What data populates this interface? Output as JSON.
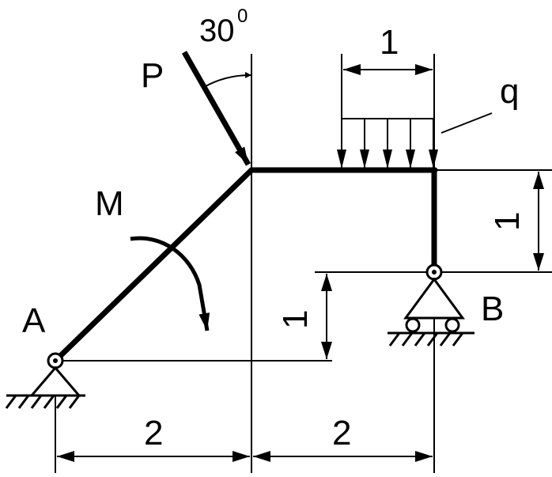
{
  "labels": {
    "support_a": "A",
    "support_b": "B",
    "force_p": "P",
    "moment_m": "M",
    "load_q": "q",
    "angle_value": "30",
    "angle_unit": "0"
  },
  "dimensions": {
    "left_span": "2",
    "right_span": "2",
    "load_width": "1",
    "right_height": "1",
    "left_height": "1"
  },
  "colors": {
    "ink": "#000000",
    "background": "#ffffff"
  }
}
